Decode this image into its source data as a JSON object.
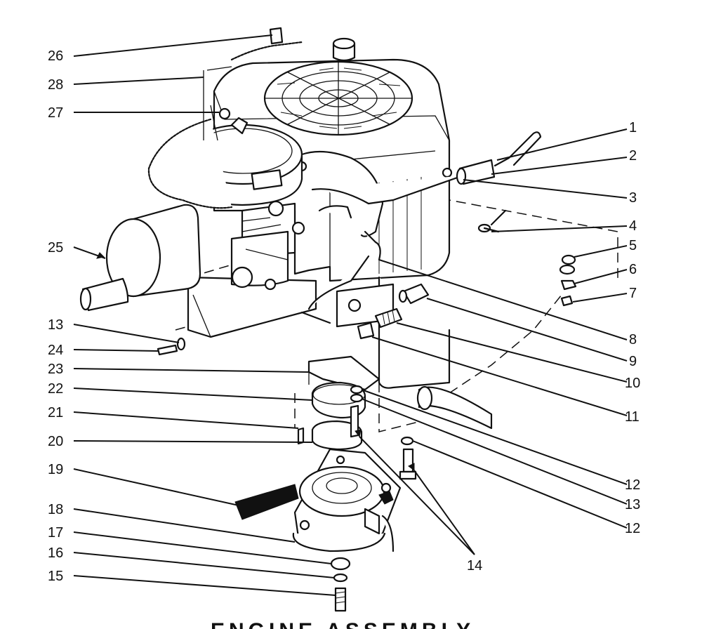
{
  "diagram": {
    "callouts": [
      {
        "id": "c1",
        "text": "1"
      },
      {
        "id": "c2",
        "text": "2"
      },
      {
        "id": "c3",
        "text": "3"
      },
      {
        "id": "c4",
        "text": "4"
      },
      {
        "id": "c5",
        "text": "5"
      },
      {
        "id": "c6",
        "text": "6"
      },
      {
        "id": "c7",
        "text": "7"
      },
      {
        "id": "c8",
        "text": "8"
      },
      {
        "id": "c9",
        "text": "9"
      },
      {
        "id": "c10",
        "text": "10"
      },
      {
        "id": "c11",
        "text": "11"
      },
      {
        "id": "c12a",
        "text": "12"
      },
      {
        "id": "c13a",
        "text": "13"
      },
      {
        "id": "c12b",
        "text": "12"
      },
      {
        "id": "c14",
        "text": "14"
      },
      {
        "id": "c26",
        "text": "26"
      },
      {
        "id": "c28",
        "text": "28"
      },
      {
        "id": "c27",
        "text": "27"
      },
      {
        "id": "c25",
        "text": "25"
      },
      {
        "id": "c13b",
        "text": "13"
      },
      {
        "id": "c24",
        "text": "24"
      },
      {
        "id": "c23",
        "text": "23"
      },
      {
        "id": "c22",
        "text": "22"
      },
      {
        "id": "c21",
        "text": "21"
      },
      {
        "id": "c20",
        "text": "20"
      },
      {
        "id": "c19",
        "text": "19"
      },
      {
        "id": "c18",
        "text": "18"
      },
      {
        "id": "c17",
        "text": "17"
      },
      {
        "id": "c16",
        "text": "16"
      },
      {
        "id": "c15",
        "text": "15"
      }
    ],
    "footer_title": "ENGINE ASSEMBLY"
  }
}
